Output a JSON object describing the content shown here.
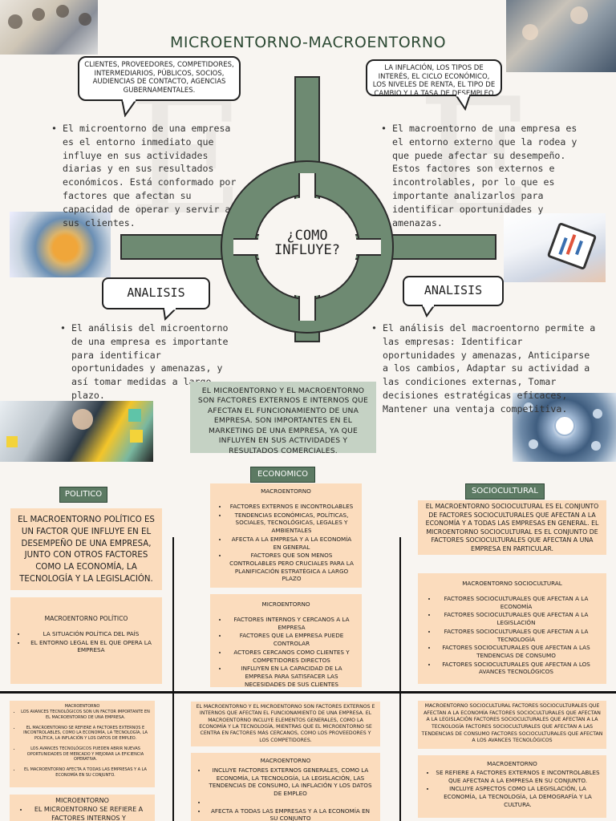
{
  "title": "MICROENTORNO-MACROENTORNO",
  "bubble_left": "CLIENTES, PROVEEDORES, COMPETIDORES, INTERMEDIARIOS, PÚBLICOS, SOCIOS, AUDIENCIAS DE CONTACTO, AGENCIAS GUBERNAMENTALES.",
  "bubble_right": "LA INFLACIÓN, LOS TIPOS DE INTERÉS, EL CICLO ECONÓMICO, LOS NIVELES DE RENTA, EL TIPO DE CAMBIO Y LA TASA DE DESEMPLEO",
  "micro_text": "El microentorno de una empresa es el entorno inmediato que influye en sus actividades diarias y en sus resultados económicos. Está conformado por factores que afectan su capacidad de operar y servir a sus clientes.",
  "macro_text": "El macroentorno de una empresa es el entorno externo que la rodea y que puede afectar su desempeño. Estos factores son externos e incontrolables, por lo que es importante analizarlos para identificar oportunidades y amenazas.",
  "center_question_1": "¿COMO",
  "center_question_2": "INFLUYE?",
  "analysis_left": "ANALISIS",
  "analysis_right": "ANALISIS",
  "analysis_micro_text": "El análisis del microentorno de una empresa es importante para identificar oportunidades y amenazas, y así tomar medidas a largo plazo.",
  "analysis_macro_text": "El análisis del macroentorno permite a las empresas: Identificar oportunidades y amenazas, Anticiparse a los cambios, Adaptar su actividad a las condiciones externas, Tomar decisiones estratégicas eficaces, Mantener una ventaja competitiva.",
  "center_box": "EL MICROENTORNO Y EL MACROENTORNO SON FACTORES EXTERNOS E INTERNOS QUE AFECTAN EL FUNCIONAMIENTO DE UNA EMPRESA. SON IMPORTANTES EN EL MARKETING DE UNA EMPRESA, YA QUE INFLUYEN EN SUS ACTIVIDADES Y RESULTADOS COMERCIALES.",
  "tags": {
    "economico": "ECONOMICO",
    "politico": "POLITICO",
    "sociocultural": "SOCIOCULTURAL"
  },
  "politico_main": "EL MACROENTORNO POLÍTICO ES UN FACTOR QUE INFLUYE EN EL DESEMPEÑO DE UNA EMPRESA, JUNTO CON OTROS FACTORES COMO LA ECONOMÍA, LA TECNOLOGÍA Y LA LEGISLACIÓN.",
  "politico_card": {
    "head": "MACROENTORNO POLÍTICO",
    "items": [
      "LA SITUACIÓN POLÍTICA DEL PAÍS",
      "EL ENTORNO LEGAL EN EL QUE OPERA LA EMPRESA"
    ]
  },
  "eco_macro": {
    "head": "MACROENTORNO",
    "items": [
      "FACTORES EXTERNOS E INCONTROLABLES",
      "TENDENCIAS ECONÓMICAS, POLÍTICAS, SOCIALES, TECNOLÓGICAS, LEGALES Y AMBIENTALES",
      "AFECTA A LA EMPRESA Y A LA ECONOMÍA EN GENERAL",
      "FACTORES QUE SON MENOS CONTROLABLES PERO CRUCIALES PARA LA PLANIFICACIÓN ESTRATÉGICA A LARGO PLAZO"
    ]
  },
  "eco_micro": {
    "head": "MICROENTORNO",
    "items": [
      "FACTORES INTERNOS Y CERCANOS A LA EMPRESA",
      "FACTORES QUE LA EMPRESA PUEDE CONTROLAR",
      "ACTORES CERCANOS COMO CLIENTES Y COMPETIDORES DIRECTOS",
      "INFLUYEN EN LA CAPACIDAD DE LA EMPRESA PARA SATISFACER LAS NECESIDADES DE SUS CLIENTES"
    ]
  },
  "socio_main": "EL MACROENTORNO SOCIOCULTURAL ES EL CONJUNTO DE FACTORES SOCIOCULTURALES QUE AFECTAN A LA ECONOMÍA Y A TODAS LAS EMPRESAS EN GENERAL. EL MICROENTORNO SOCIOCULTURAL ES EL CONJUNTO DE FACTORES SOCIOCULTURALES QUE AFECTAN A UNA EMPRESA EN PARTICULAR.",
  "socio_card": {
    "head": "MACROENTORNO SOCIOCULTURAL",
    "items": [
      "FACTORES SOCIOCULTURALES QUE AFECTAN A LA ECONOMÍA",
      "FACTORES SOCIOCULTURALES QUE AFECTAN A LA LEGISLACIÓN",
      "FACTORES SOCIOCULTURALES QUE AFECTAN A LA TECNOLOGÍA",
      "FACTORES SOCIOCULTURALES QUE AFECTAN A LAS TENDENCIAS DE CONSUMO",
      "FACTORES SOCIOCULTURALES QUE AFECTAN A LOS AVANCES TECNOLÓGICOS"
    ]
  },
  "bottom_left_card": {
    "head": "MACROENTORNO",
    "items": [
      "LOS AVANCES TECNOLÓGICOS SON UN FACTOR IMPORTANTE EN EL MACROENTORNO DE UNA EMPRESA.",
      "EL MACROENTORNO SE REFIERE A FACTORES EXTERNOS E INCONTROLABLES, COMO LA ECONOMÍA, LA TECNOLOGÍA, LA POLÍTICA, LA INFLACIÓN Y LOS DATOS DE EMPLEO.",
      "LOS AVANCES TECNOLÓGICOS PUEDEN ABRIR NUEVAS OPORTUNIDADES DE MERCADO Y MEJORAR LA EFICIENCIA OPERATIVA.",
      "EL MACROENTORNO AFECTA A TODAS LAS EMPRESAS Y A LA ECONOMÍA EN SU CONJUNTO."
    ]
  },
  "bottom_left_micro": {
    "head": "MICROENTORNO",
    "items": [
      "EL MICROENTORNO SE REFIERE A FACTORES INTERNOS Y"
    ]
  },
  "bottom_mid_text": "EL MACROENTORNO Y EL MICROENTORNO SON FACTORES EXTERNOS E INTERNOS QUE AFECTAN EL FUNCIONAMIENTO DE UNA EMPRESA. EL MACROENTORNO INCLUYE ELEMENTOS GENERALES, COMO LA ECONOMÍA Y LA TECNOLOGÍA, MIENTRAS QUE EL MICROENTORNO SE CENTRA EN FACTORES MÁS CERCANOS, COMO LOS PROVEEDORES Y LOS COMPETIDORES.",
  "bottom_mid_card": {
    "head": "MACROENTORNO",
    "items": [
      "INCLUYE FACTORES EXTERNOS GENERALES, COMO LA ECONOMÍA, LA TECNOLOGÍA, LA LEGISLACIÓN, LAS TENDENCIAS DE CONSUMO, LA INFLACIÓN Y LOS DATOS DE EMPLEO",
      "",
      "AFECTA A TODAS LAS EMPRESAS Y A LA ECONOMÍA EN SU CONJUNTO"
    ]
  },
  "bottom_right_text": "MACROENTORNO SOCIOCULTURAL FACTORES SOCIOCULTURALES QUE AFECTAN A LA ECONOMÍA FACTORES SOCIOCULTURALES QUE AFECTAN A LA LEGISLACIÓN FACTORES SOCIOCULTURALES QUE AFECTAN A LA TECNOLOGÍA FACTORES SOCIOCULTURALES QUE AFECTAN A LAS TENDENCIAS DE CONSUMO FACTORES SOCIOCULTURALES QUE AFECTAN A LOS AVANCES TECNOLÓGICOS",
  "bottom_right_card": {
    "head": "MACROENTORNO",
    "items": [
      "SE REFIERE A FACTORES EXTERNOS E INCONTROLABLES QUE AFECTAN A LA EMPRESA EN SU CONJUNTO.",
      "INCLUYE ASPECTOS COMO LA LEGISLACIÓN, LA ECONOMÍA, LA TECNOLOGÍA, LA DEMOGRAFÍA Y LA CULTURA."
    ]
  },
  "colors": {
    "accent": "#5c7a63",
    "ring": "#6e8a72",
    "card": "#fbdcbd",
    "center_box": "#c5d2c4",
    "title": "#2d4a34"
  },
  "icons": [
    "team-photo",
    "desk-meeting-photo",
    "puzzle-hands-photo",
    "chart-tablet-photo",
    "whiteboard-photo",
    "network-photo"
  ]
}
